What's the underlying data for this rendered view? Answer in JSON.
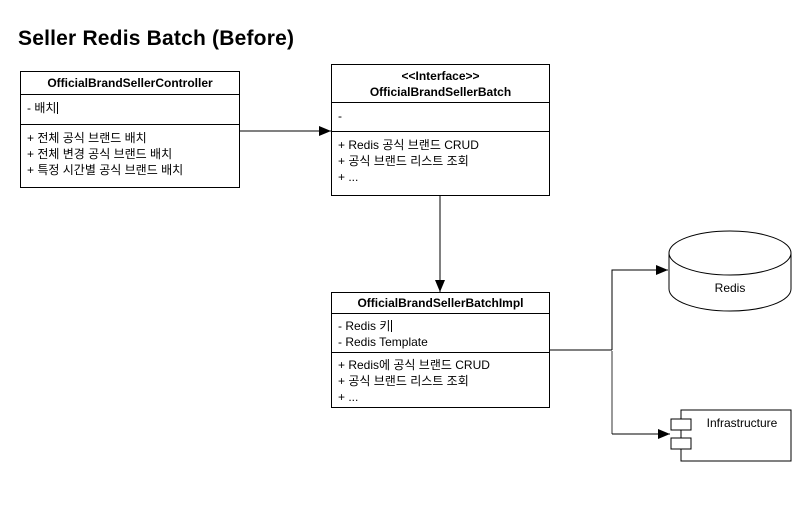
{
  "title": "Seller Redis Batch (Before)",
  "classes": {
    "controller": {
      "name": "OfficialBrandSellerController",
      "fields": [
        "- 배치"
      ],
      "methods": [
        "+ 전체 공식 브랜드 배치",
        "+ 전체 변경 공식 브랜드 배치",
        "+ 특정 시간별 공식 브랜드 배치"
      ]
    },
    "interface": {
      "stereotype": "<<Interface>>",
      "name": "OfficialBrandSellerBatch",
      "fields": [
        "-"
      ],
      "methods": [
        "+ Redis 공식 브랜드 CRUD",
        "+ 공식 브랜드 리스트 조회",
        "+ ..."
      ]
    },
    "impl": {
      "name": "OfficialBrandSellerBatchImpl",
      "fields": [
        "- Redis 키",
        "- Redis Template"
      ],
      "methods": [
        "+ Redis에 공식 브랜드 CRUD",
        "+ 공식 브랜드 리스트 조회",
        "+ ..."
      ]
    }
  },
  "nodes": {
    "database": {
      "label": "Redis",
      "shape": "cylinder"
    },
    "component": {
      "label": "Infrastructure",
      "shape": "uml-component"
    }
  },
  "connections": [
    "controller -> interface",
    "interface -> impl",
    "impl -> database",
    "impl -> component"
  ],
  "colors": {
    "stroke": "#000000",
    "background": "#ffffff",
    "gray_connector": "#999999"
  }
}
